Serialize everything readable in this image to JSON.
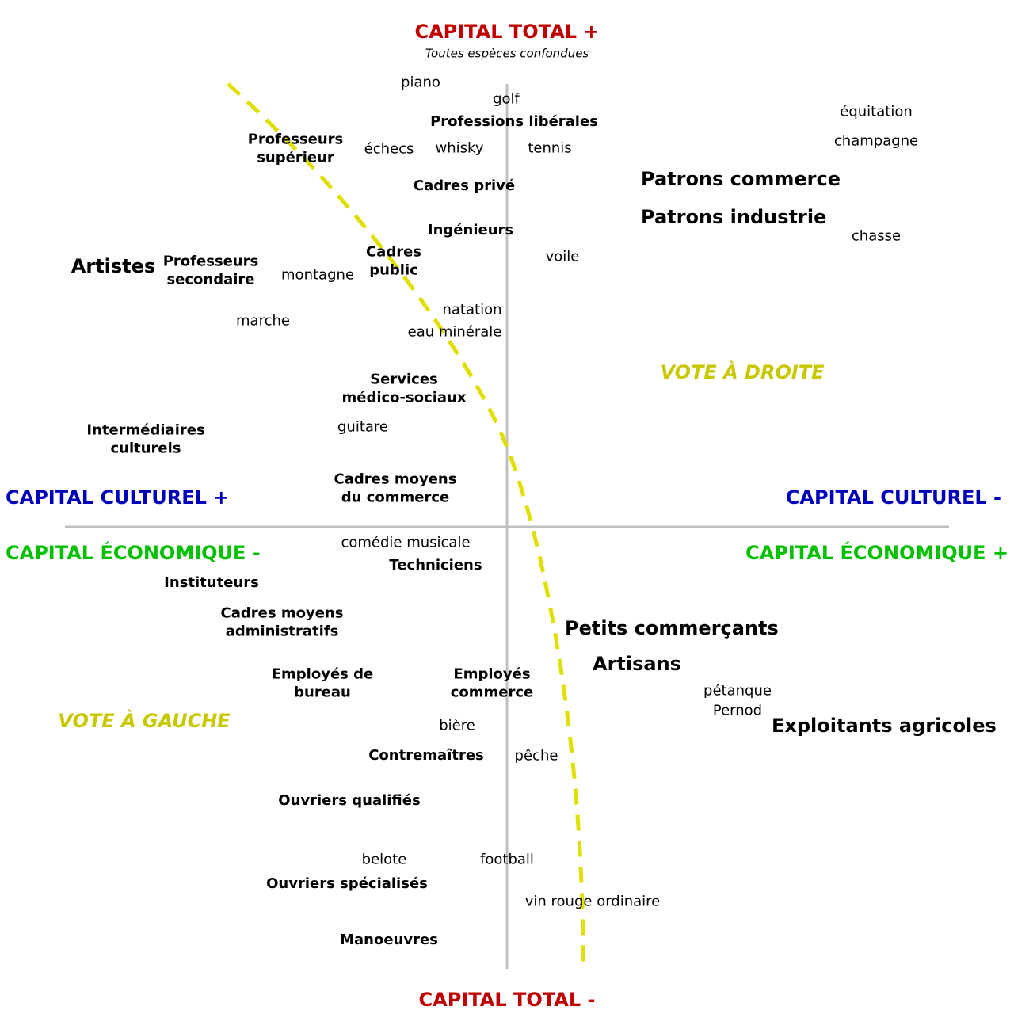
{
  "colors": {
    "total": "#c00000",
    "cultural": "#0000bb",
    "economic": "#00c000",
    "vote": "#c8c800",
    "axis": "#c0c0c0",
    "dashed": "#e0e000"
  },
  "axes": {
    "top_title": "CAPITAL TOTAL +",
    "top_subtitle": "Toutes espèces confondues",
    "bottom_title": "CAPITAL TOTAL -",
    "left_cultural": "CAPITAL CULTUREL +",
    "right_cultural": "CAPITAL CULTUREL -",
    "left_economic": "CAPITAL ÉCONOMIQUE -",
    "right_economic": "CAPITAL ÉCONOMIQUE +"
  },
  "votes": {
    "right": "VOTE À DROITE",
    "left": "VOTE À GAUCHE"
  },
  "activities": [
    "piano",
    "golf",
    "équitation",
    "champagne",
    "échecs",
    "whisky",
    "tennis",
    "chasse",
    "voile",
    "montagne",
    "marche",
    "natation",
    "eau minérale",
    "guitare",
    "comédie musicale",
    "pétanque",
    "Pernod",
    "bière",
    "pêche",
    "belote",
    "football",
    "vin rouge ordinaire"
  ],
  "groups": {
    "professions_liberales": "Professions libérales",
    "professeurs_superieur": "Professeurs\nsupérieur",
    "cadres_prive": "Cadres privé",
    "patrons_commerce": "Patrons commerce",
    "patrons_industrie": "Patrons industrie",
    "ingenieurs": "Ingénieurs",
    "artistes": "Artistes",
    "professeurs_secondaire": "Professeurs\nsecondaire",
    "cadres_public": "Cadres\npublic",
    "services_medico": "Services\nmédico-sociaux",
    "intermediaires_culturels": "Intermédiaires\nculturels",
    "cadres_moyens_commerce": "Cadres moyens\ndu commerce",
    "techniciens": "Techniciens",
    "instituteurs": "Instituteurs",
    "cadres_moyens_admin": "Cadres moyens\nadministratifs",
    "petits_commercants": "Petits commerçants",
    "artisans": "Artisans",
    "employes_bureau": "Employés de\nbureau",
    "employes_commerce": "Employés\ncommerce",
    "exploitants_agricoles": "Exploitants agricoles",
    "contremaitres": "Contremaîtres",
    "ouvriers_qualifies": "Ouvriers qualifiés",
    "ouvriers_specialises": "Ouvriers spécialisés",
    "manoeuvres": "Manoeuvres"
  }
}
